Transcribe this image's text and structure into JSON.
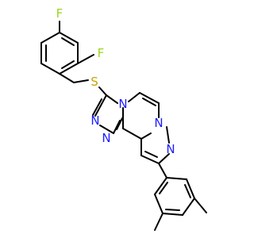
{
  "figure": {
    "kind": "chemical-structure",
    "background": "#ffffff",
    "bond_color": "#000000"
  },
  "atoms": {
    "f_top": {
      "symbol": "F",
      "color": "#9ad61a"
    },
    "f_ortho": {
      "symbol": "F",
      "color": "#9ad61a"
    },
    "sulfur": {
      "symbol": "S",
      "color": "#c8a400"
    },
    "n_fused": {
      "symbol": "N",
      "color": "#1c1cff"
    },
    "n_triazole_1": {
      "symbol": "N",
      "color": "#1c1cff"
    },
    "n_triazole_2": {
      "symbol": "N",
      "color": "#1c1cff"
    },
    "n_pyrazole_bridge": {
      "symbol": "N",
      "color": "#1c1cff"
    },
    "n_pyrazole": {
      "symbol": "N",
      "color": "#1c1cff"
    }
  }
}
